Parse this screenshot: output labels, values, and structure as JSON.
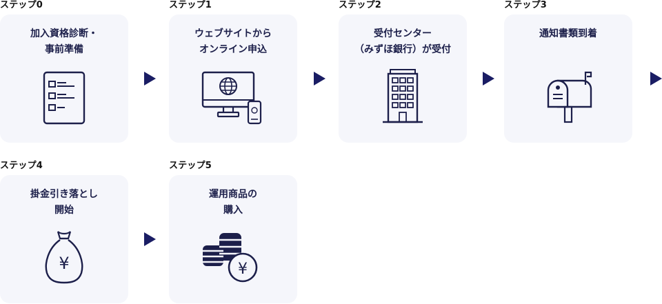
{
  "steps": [
    {
      "label": "ステップ0",
      "title": [
        "加入資格診断・",
        "事前準備"
      ],
      "icon": "checklist-icon"
    },
    {
      "label": "ステップ1",
      "title": [
        "ウェブサイトから",
        "オンライン申込"
      ],
      "icon": "computer-web-icon"
    },
    {
      "label": "ステップ2",
      "title": [
        "受付センター",
        "（みずほ銀行）が受付"
      ],
      "icon": "building-icon"
    },
    {
      "label": "ステップ3",
      "title": [
        "通知書類到着"
      ],
      "icon": "mailbox-icon"
    },
    {
      "label": "ステップ4",
      "title": [
        "掛金引き落とし",
        "開始"
      ],
      "icon": "yen-money-bag-icon"
    },
    {
      "label": "ステップ5",
      "title": [
        "運用商品の",
        "購入"
      ],
      "icon": "coins-yen-icon"
    }
  ],
  "icon_glyphs": {
    "yen": "¥"
  },
  "colors": {
    "accent": "#1a1d64",
    "card_bg": "#f5f6fb",
    "text": "#1c1f4a"
  }
}
